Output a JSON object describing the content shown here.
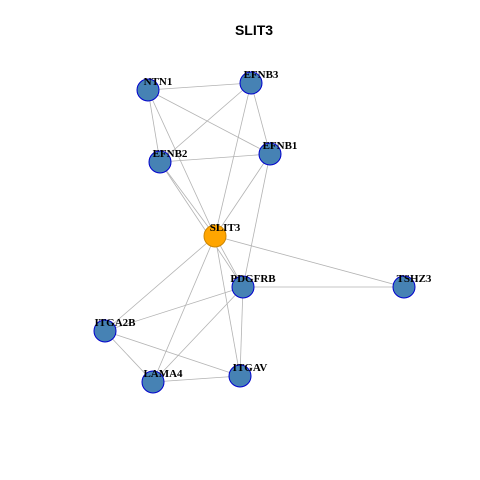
{
  "title": "SLIT3",
  "colors": {
    "hub_fill": "#ffa500",
    "node_fill": "#4682b4",
    "node_stroke": "#0000cd",
    "hub_stroke": "#cd8500",
    "edge": "#b3b3b3"
  },
  "nodes": [
    {
      "id": "NTN1",
      "label": "NTN1",
      "hub": false
    },
    {
      "id": "EFNB3",
      "label": "EFNB3",
      "hub": false
    },
    {
      "id": "EFNB2",
      "label": "EFNB2",
      "hub": false
    },
    {
      "id": "EFNB1",
      "label": "EFNB1",
      "hub": false
    },
    {
      "id": "SLIT3",
      "label": "SLIT3",
      "hub": true
    },
    {
      "id": "PDGFRB",
      "label": "PDGFRB",
      "hub": false
    },
    {
      "id": "TSHZ3",
      "label": "TSHZ3",
      "hub": false
    },
    {
      "id": "ITGA2B",
      "label": "ITGA2B",
      "hub": false
    },
    {
      "id": "LAMA4",
      "label": "LAMA4",
      "hub": false
    },
    {
      "id": "ITGAV",
      "label": "ITGAV",
      "hub": false
    }
  ],
  "edges": [
    [
      "NTN1",
      "EFNB3"
    ],
    [
      "NTN1",
      "EFNB2"
    ],
    [
      "NTN1",
      "EFNB1"
    ],
    [
      "NTN1",
      "SLIT3"
    ],
    [
      "EFNB3",
      "EFNB2"
    ],
    [
      "EFNB3",
      "EFNB1"
    ],
    [
      "EFNB3",
      "SLIT3"
    ],
    [
      "EFNB2",
      "EFNB1"
    ],
    [
      "EFNB2",
      "SLIT3"
    ],
    [
      "EFNB2",
      "PDGFRB"
    ],
    [
      "EFNB1",
      "SLIT3"
    ],
    [
      "EFNB1",
      "PDGFRB"
    ],
    [
      "SLIT3",
      "PDGFRB"
    ],
    [
      "SLIT3",
      "TSHZ3"
    ],
    [
      "SLIT3",
      "ITGA2B"
    ],
    [
      "SLIT3",
      "LAMA4"
    ],
    [
      "SLIT3",
      "ITGAV"
    ],
    [
      "PDGFRB",
      "TSHZ3"
    ],
    [
      "PDGFRB",
      "ITGA2B"
    ],
    [
      "PDGFRB",
      "LAMA4"
    ],
    [
      "PDGFRB",
      "ITGAV"
    ],
    [
      "ITGA2B",
      "LAMA4"
    ],
    [
      "ITGA2B",
      "ITGAV"
    ],
    [
      "LAMA4",
      "ITGAV"
    ]
  ]
}
